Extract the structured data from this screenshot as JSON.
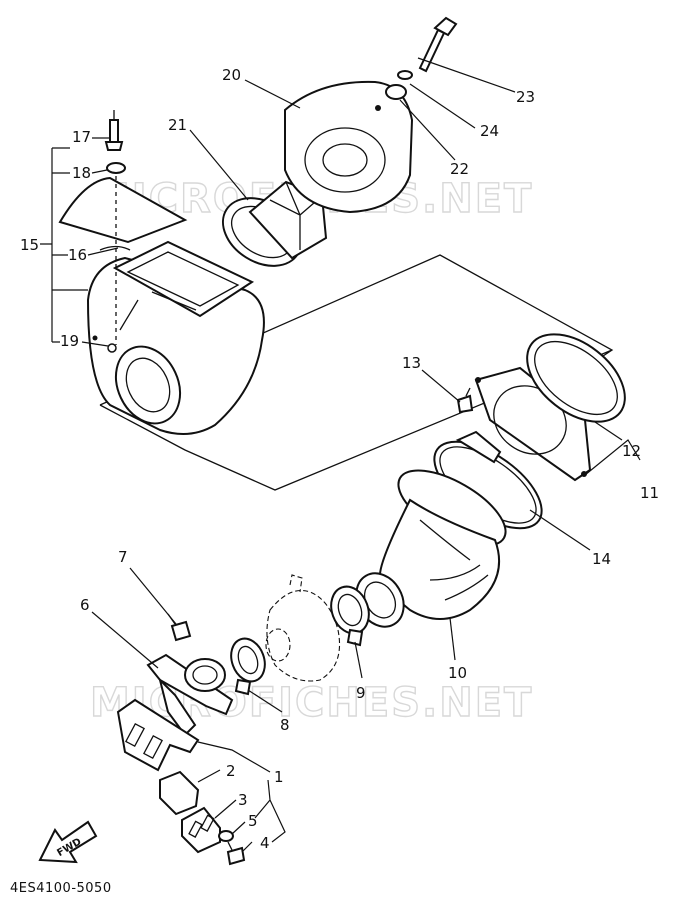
{
  "diagram": {
    "watermarks": [
      "MICROFICHES.NET",
      "MICROFICHES.NET"
    ],
    "figure_code": "4ES4100-5050",
    "fwd_label": "FWD",
    "callouts": [
      "1",
      "2",
      "3",
      "4",
      "5",
      "6",
      "7",
      "8",
      "9",
      "10",
      "11",
      "12",
      "13",
      "14",
      "15",
      "16",
      "17",
      "18",
      "19",
      "20",
      "21",
      "22",
      "23",
      "24"
    ]
  }
}
